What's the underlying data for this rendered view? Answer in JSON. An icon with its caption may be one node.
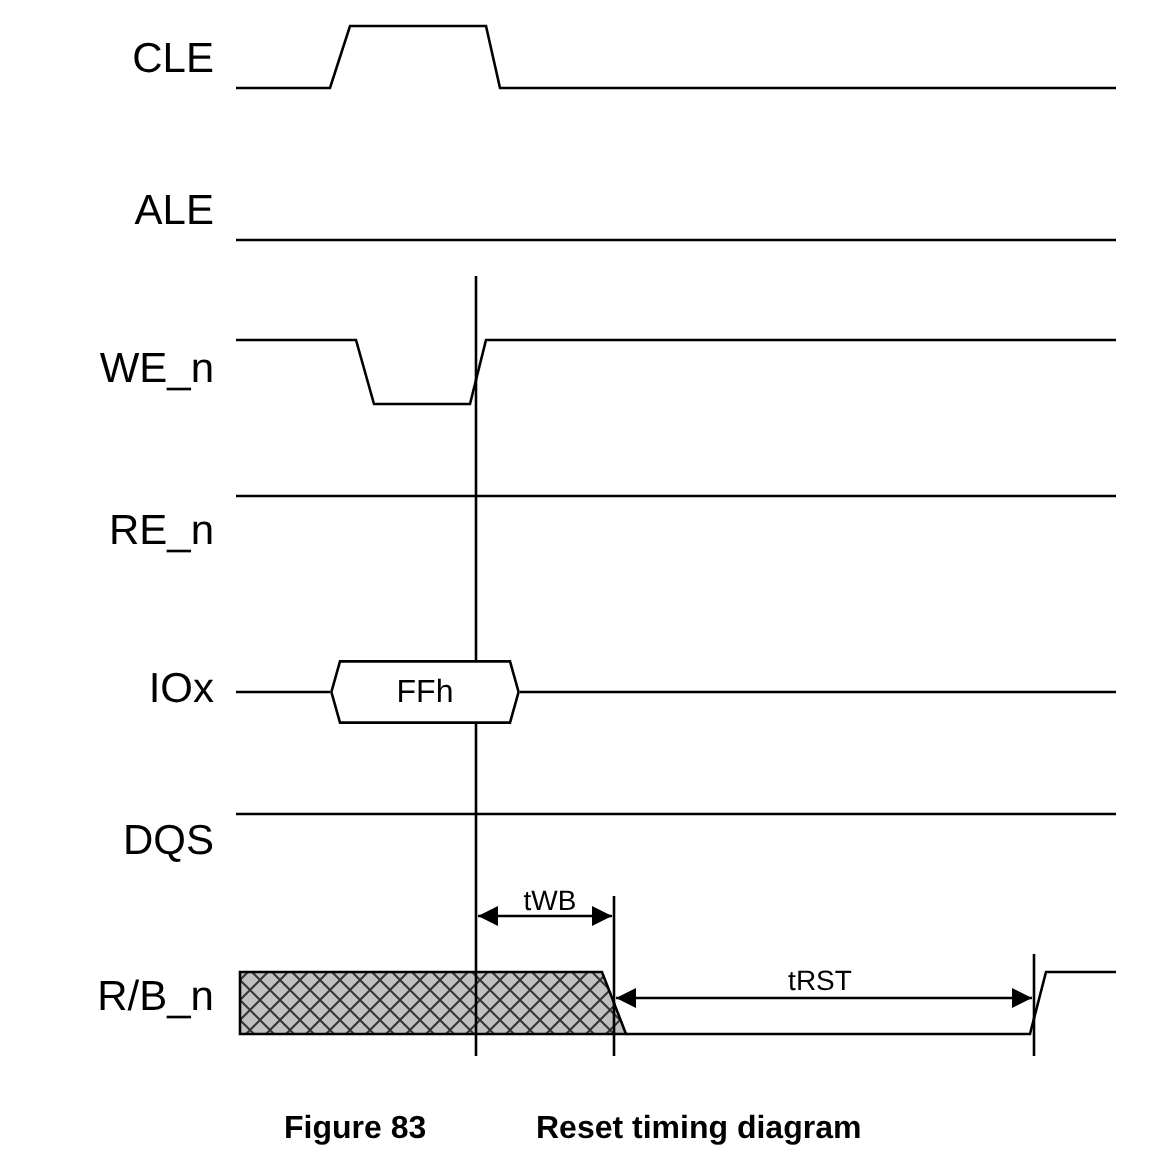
{
  "diagram": {
    "nodes": [
      {
        "text": [
          "FFh"
        ]
      }
    ],
    "edges": [],
    "labels": [
      "CLE",
      "ALE",
      "WE_n",
      "RE_n",
      "IOx",
      "DQS",
      "R/B_n",
      "tWB",
      "tRST",
      "Figure 83",
      "Reset timing diagram"
    ]
  }
}
